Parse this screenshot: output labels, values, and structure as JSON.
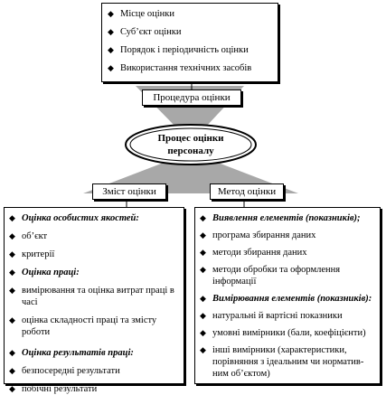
{
  "top_box": {
    "items": [
      "Місце оцінки",
      "Суб’єкт оцінки",
      "Порядок і періодичність оцінки",
      "Використання технічних засобів"
    ]
  },
  "procedure_label": "Процедура оцінки",
  "center_oval": {
    "line1": "Процес оцінки",
    "line2": "персоналу"
  },
  "content_label": "Зміст оцінки",
  "method_label": "Метод оцінки",
  "left_box": {
    "sections": [
      {
        "heading": "Оцінка особистих якостей:",
        "items": [
          "об’єкт",
          "критерії"
        ]
      },
      {
        "heading": "Оцінка праці:",
        "items": [
          "вимірювання та оцінка витрат праці в часі",
          "оцінка складності праці та змісту роботи"
        ]
      },
      {
        "heading": "Оцінка результатів праці:",
        "items": [
          "безпосередні результати",
          "побічні результати"
        ]
      }
    ]
  },
  "right_box": {
    "sections": [
      {
        "heading": "Виявлення елементів (показників);",
        "items": [
          "програма збирання даних",
          "методи збирання даних",
          "методи обробки та оформлення інформації"
        ]
      },
      {
        "heading": "Вимірювання елементів (показників):",
        "items": [
          "натуральні й вартісні показники",
          "умовні вимірники (бали, коефіцієнти)",
          "інші вимірники (характеристики, порівняння з ідеальним чи норматив-ним об’єктом)"
        ]
      }
    ]
  },
  "colors": {
    "connector": "#9a9a9a",
    "line": "#000000"
  }
}
